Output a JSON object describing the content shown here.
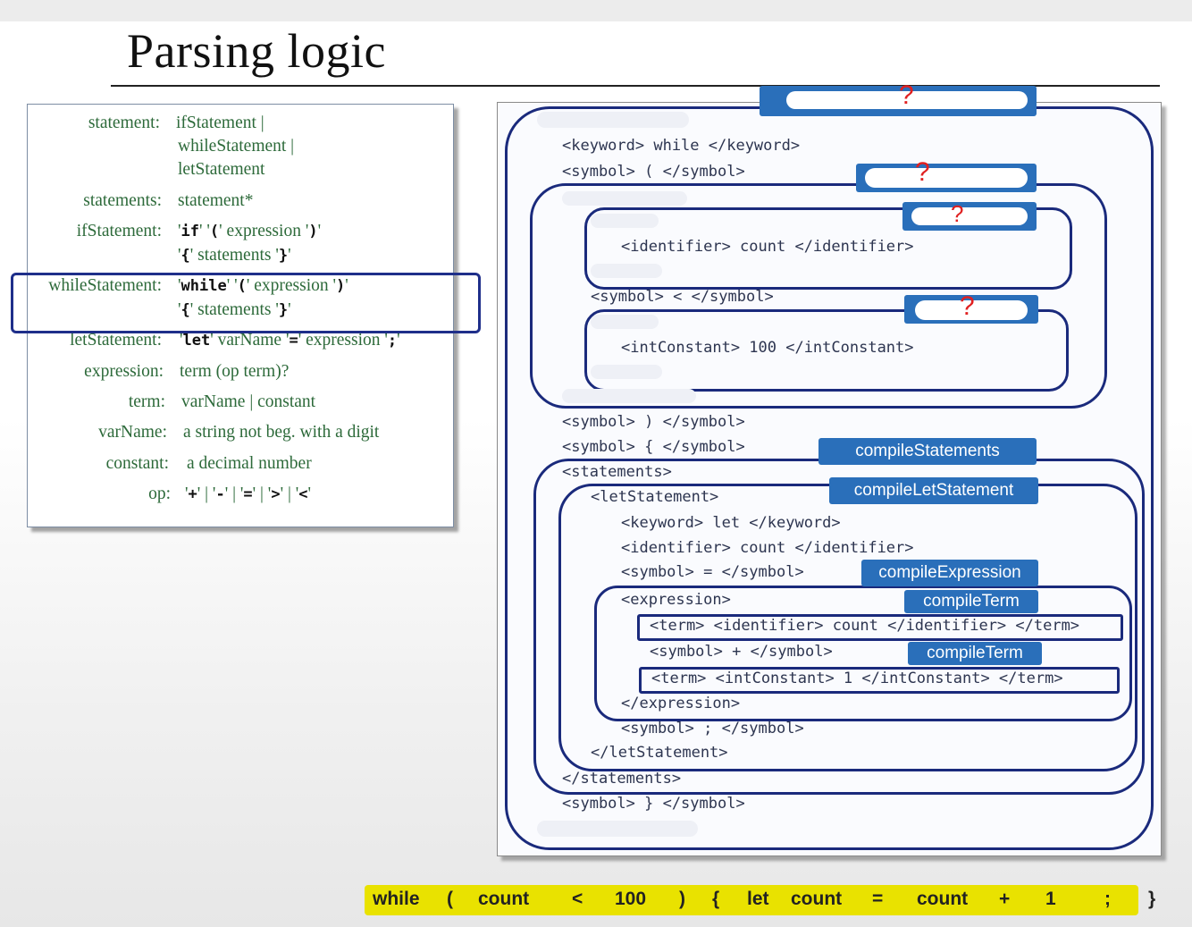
{
  "title": "Parsing logic",
  "grammar": [
    {
      "name": "statement:",
      "lines": [
        "ifStatement |",
        "whileStatement |",
        "letStatement"
      ]
    },
    {
      "name": "statements:",
      "lines": [
        "statement*"
      ]
    },
    {
      "name": "ifStatement:",
      "line1": [
        "'",
        "if",
        "' '",
        "(",
        "' expression '",
        ")",
        "'"
      ],
      "line2": [
        "'",
        "{",
        "' statements '",
        "}",
        "'"
      ]
    },
    {
      "name": "whileStatement:",
      "line1": [
        "'",
        "while",
        "' '",
        "(",
        "' expression '",
        ")",
        "'"
      ],
      "line2": [
        "'",
        "{",
        "' statements '",
        "}",
        "'"
      ]
    },
    {
      "name": "letStatement:",
      "line1": [
        "'",
        "let",
        "' varName '",
        "=",
        "' expression '",
        ";",
        "'"
      ]
    },
    {
      "name": "expression:",
      "lines": [
        "term (op term)?"
      ]
    },
    {
      "name": "term:",
      "lines": [
        "varName | constant"
      ]
    },
    {
      "name": "varName:",
      "lines": [
        "a string not beg. with a digit"
      ]
    },
    {
      "name": "constant:",
      "lines": [
        "a decimal number"
      ]
    },
    {
      "name": "op:",
      "line1": [
        "'",
        "+",
        "' | '",
        "-",
        "' | '",
        "=",
        "' | '",
        ">",
        "' | '",
        "<",
        "'"
      ]
    }
  ],
  "xml": {
    "kw_while": "<keyword> while </keyword>",
    "sym_lparen": "<symbol> ( </symbol>",
    "id_count": "<identifier> count </identifier>",
    "sym_lt": "<symbol> < </symbol>",
    "int_100": "<intConstant> 100 </intConstant>",
    "sym_rparen": "<symbol> ) </symbol>",
    "sym_lbrace": "<symbol> { </symbol>",
    "statements_open": "<statements>",
    "let_open": "<letStatement>",
    "kw_let": "<keyword> let </keyword>",
    "id_count2": "<identifier> count </identifier>",
    "sym_eq": "<symbol> = </symbol>",
    "expr_open": "<expression>",
    "term_count": "<term> <identifier> count </identifier> </term>",
    "sym_plus": "<symbol> + </symbol>",
    "term_1": "<term> <intConstant> 1 </intConstant> </term>",
    "expr_close": "</expression>",
    "sym_semi": "<symbol> ; </symbol>",
    "let_close": "</letStatement>",
    "statements_close": "</statements>",
    "sym_rbrace": "<symbol> } </symbol>"
  },
  "labels": {
    "compile_statements": "compileStatements",
    "compile_let": "compileLetStatement",
    "compile_expression": "compileExpression",
    "compile_term_a": "compileTerm",
    "compile_term_b": "compileTerm",
    "question": "?"
  },
  "source_tokens": [
    "while",
    "(",
    "count",
    "<",
    "100",
    ")",
    "{",
    "let",
    "count",
    "=",
    "count",
    "+",
    "1",
    ";",
    "}"
  ],
  "colors": {
    "label_bg": "#2a6fba",
    "box_border": "#1a2a7c",
    "grammar_text": "#2d6a3a",
    "highlight": "#e9e200",
    "question": "#e02020"
  }
}
